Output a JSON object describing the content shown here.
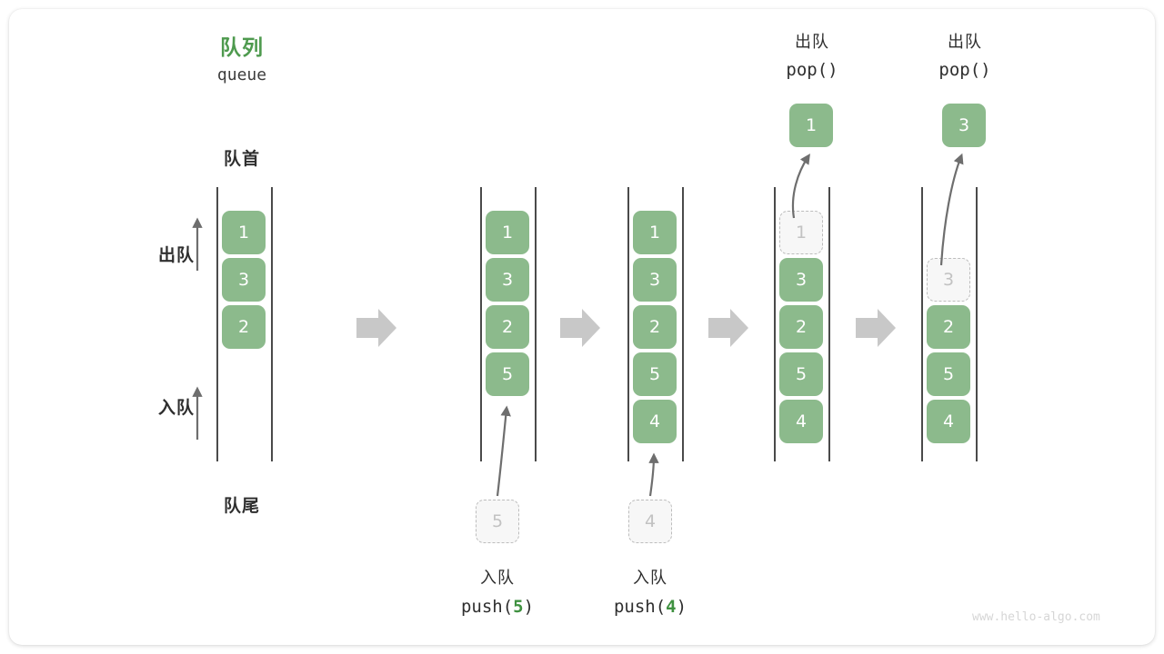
{
  "diagram": {
    "title_cn": "队列",
    "title_en": "queue",
    "front_label": "队首",
    "rear_label": "队尾",
    "dequeue_label": "出队",
    "enqueue_label": "入队",
    "accent_green": "#8cba8c",
    "title_green": "#4e9a4e",
    "ghost_gray": "#c2c2c2",
    "arrow_gray": "#bfbfbf",
    "watermark": "www.hello-algo.com"
  },
  "columns": [
    {
      "name": "initial-queue",
      "cells": [
        {
          "value": "1",
          "state": "filled"
        },
        {
          "value": "3",
          "state": "filled"
        },
        {
          "value": "2",
          "state": "filled"
        }
      ]
    },
    {
      "name": "after-push-5",
      "cells": [
        {
          "value": "1",
          "state": "filled"
        },
        {
          "value": "3",
          "state": "filled"
        },
        {
          "value": "2",
          "state": "filled"
        },
        {
          "value": "5",
          "state": "filled"
        }
      ]
    },
    {
      "name": "after-push-4",
      "cells": [
        {
          "value": "1",
          "state": "filled"
        },
        {
          "value": "3",
          "state": "filled"
        },
        {
          "value": "2",
          "state": "filled"
        },
        {
          "value": "5",
          "state": "filled"
        },
        {
          "value": "4",
          "state": "filled"
        }
      ]
    },
    {
      "name": "pop-1",
      "cells": [
        {
          "value": "1",
          "state": "ghost"
        },
        {
          "value": "3",
          "state": "filled"
        },
        {
          "value": "2",
          "state": "filled"
        },
        {
          "value": "5",
          "state": "filled"
        },
        {
          "value": "4",
          "state": "filled"
        }
      ]
    },
    {
      "name": "pop-3",
      "cells": [
        {
          "value": "",
          "state": "empty"
        },
        {
          "value": "3",
          "state": "ghost"
        },
        {
          "value": "2",
          "state": "filled"
        },
        {
          "value": "5",
          "state": "filled"
        },
        {
          "value": "4",
          "state": "filled"
        }
      ]
    }
  ],
  "push_ops": [
    {
      "cn": "入队",
      "fn": "push(",
      "arg": "5",
      "close": ")",
      "ghost_value": "5"
    },
    {
      "cn": "入队",
      "fn": "push(",
      "arg": "4",
      "close": ")",
      "ghost_value": "4"
    }
  ],
  "pop_ops": [
    {
      "cn": "出队",
      "code": "pop()",
      "popped_value": "1"
    },
    {
      "cn": "出队",
      "code": "pop()",
      "popped_value": "3"
    }
  ]
}
